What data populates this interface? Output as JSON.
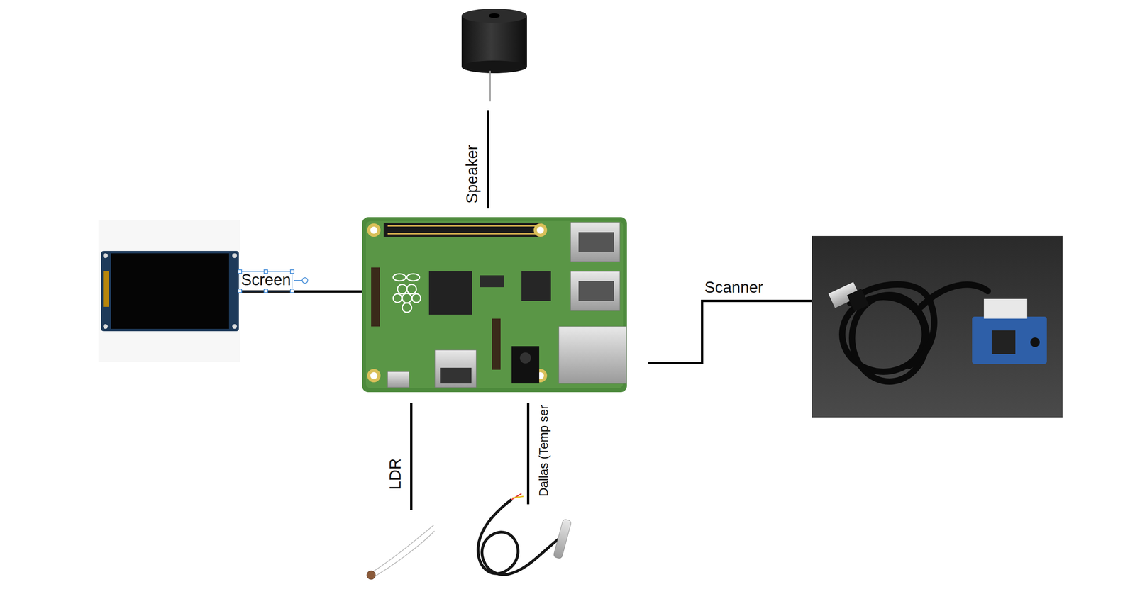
{
  "diagram": {
    "labels": [
      "Speaker",
      "Screen",
      "Scanner",
      "LDR",
      "Dallas (Temp ser"
    ]
  }
}
